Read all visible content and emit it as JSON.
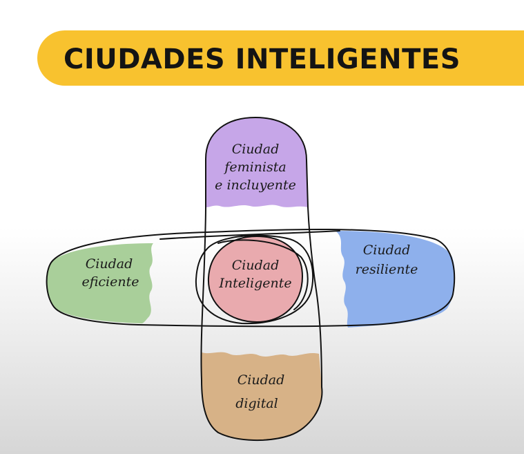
{
  "header": {
    "title": "CIUDADES INTELIGENTES"
  },
  "diagram": {
    "center": {
      "lines": [
        "Ciudad",
        "Inteligente"
      ]
    },
    "top": {
      "lines": [
        "Ciudad",
        "feminista",
        "e incluyente"
      ]
    },
    "left": {
      "lines": [
        "Ciudad",
        "eficiente"
      ]
    },
    "right": {
      "lines": [
        "Ciudad",
        "resiliente"
      ]
    },
    "bottom": {
      "lines": [
        "Ciudad",
        "digital"
      ]
    }
  },
  "colors": {
    "banner": "#f8c22f",
    "top": "#c6a6e8",
    "left": "#a9cf9a",
    "right": "#8eb0ec",
    "bottom": "#d7b287",
    "center": "#e9aaae",
    "stroke": "#111111"
  }
}
